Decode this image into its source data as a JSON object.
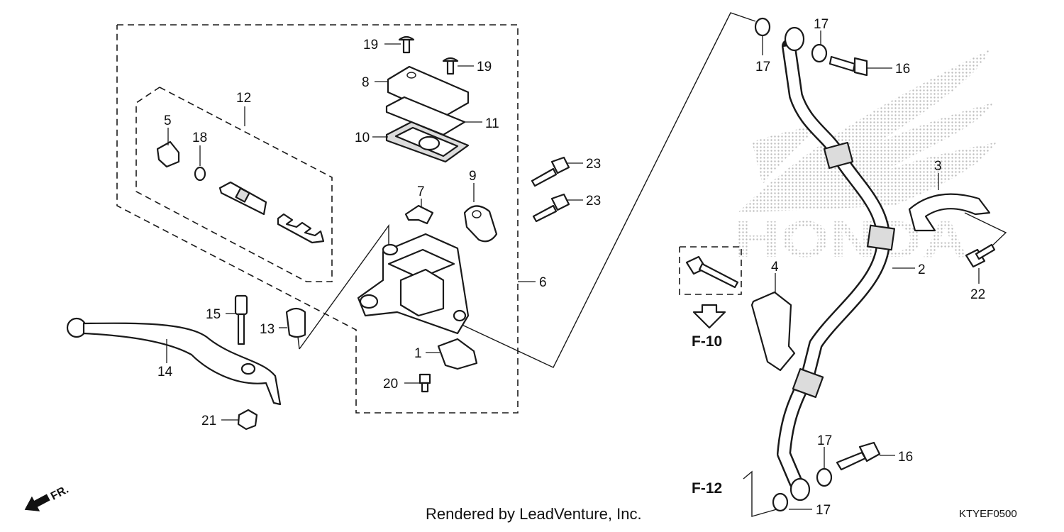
{
  "callouts": {
    "c1": "1",
    "c2": "2",
    "c3": "3",
    "c4": "4",
    "c5": "5",
    "c6": "6",
    "c7": "7",
    "c8": "8",
    "c9": "9",
    "c10": "10",
    "c11": "11",
    "c12": "12",
    "c13": "13",
    "c14": "14",
    "c15": "15",
    "c16a": "16",
    "c16b": "16",
    "c17a": "17",
    "c17b": "17",
    "c17c": "17",
    "c17d": "17",
    "c18": "18",
    "c19a": "19",
    "c19b": "19",
    "c20": "20",
    "c21": "21",
    "c22": "22",
    "c23a": "23",
    "c23b": "23"
  },
  "references": {
    "f10": "F-10",
    "f12": "F-12"
  },
  "direction": {
    "front": "FR."
  },
  "footer": {
    "rendered_by": "Rendered by LeadVenture, Inc.",
    "diagram_code": "KTYEF0500"
  },
  "watermark": {
    "brand_text": "HONDA"
  },
  "colors": {
    "line": "#1a1a1a",
    "watermark": "#bdbdbd",
    "background": "#ffffff"
  }
}
